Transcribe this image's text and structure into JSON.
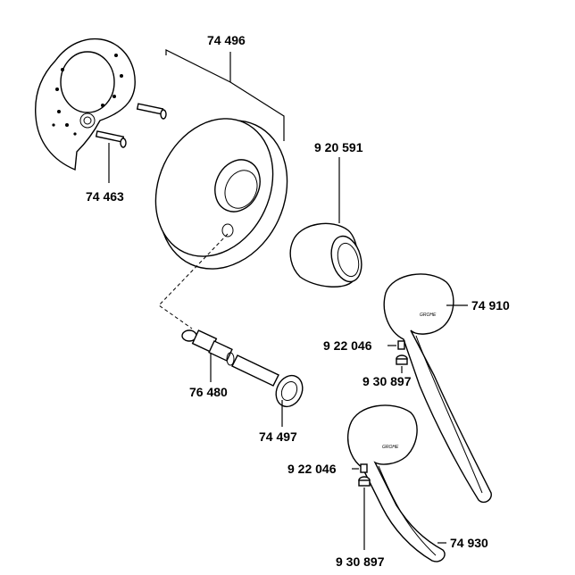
{
  "labels": {
    "rosette_cover": "74 496",
    "screws": "74 463",
    "sleeve": "9 20 591",
    "cartridge": "76 480",
    "spindle_extension": "74 497",
    "lever_upper": "74 910",
    "grub_screw_upper": "9 22 046",
    "cap_upper": "9 30 897",
    "lever_lower": "74 930",
    "grub_screw_lower": "9 22 046",
    "cap_lower": "9 30 897"
  },
  "colors": {
    "line": "#000000",
    "background": "#ffffff"
  }
}
